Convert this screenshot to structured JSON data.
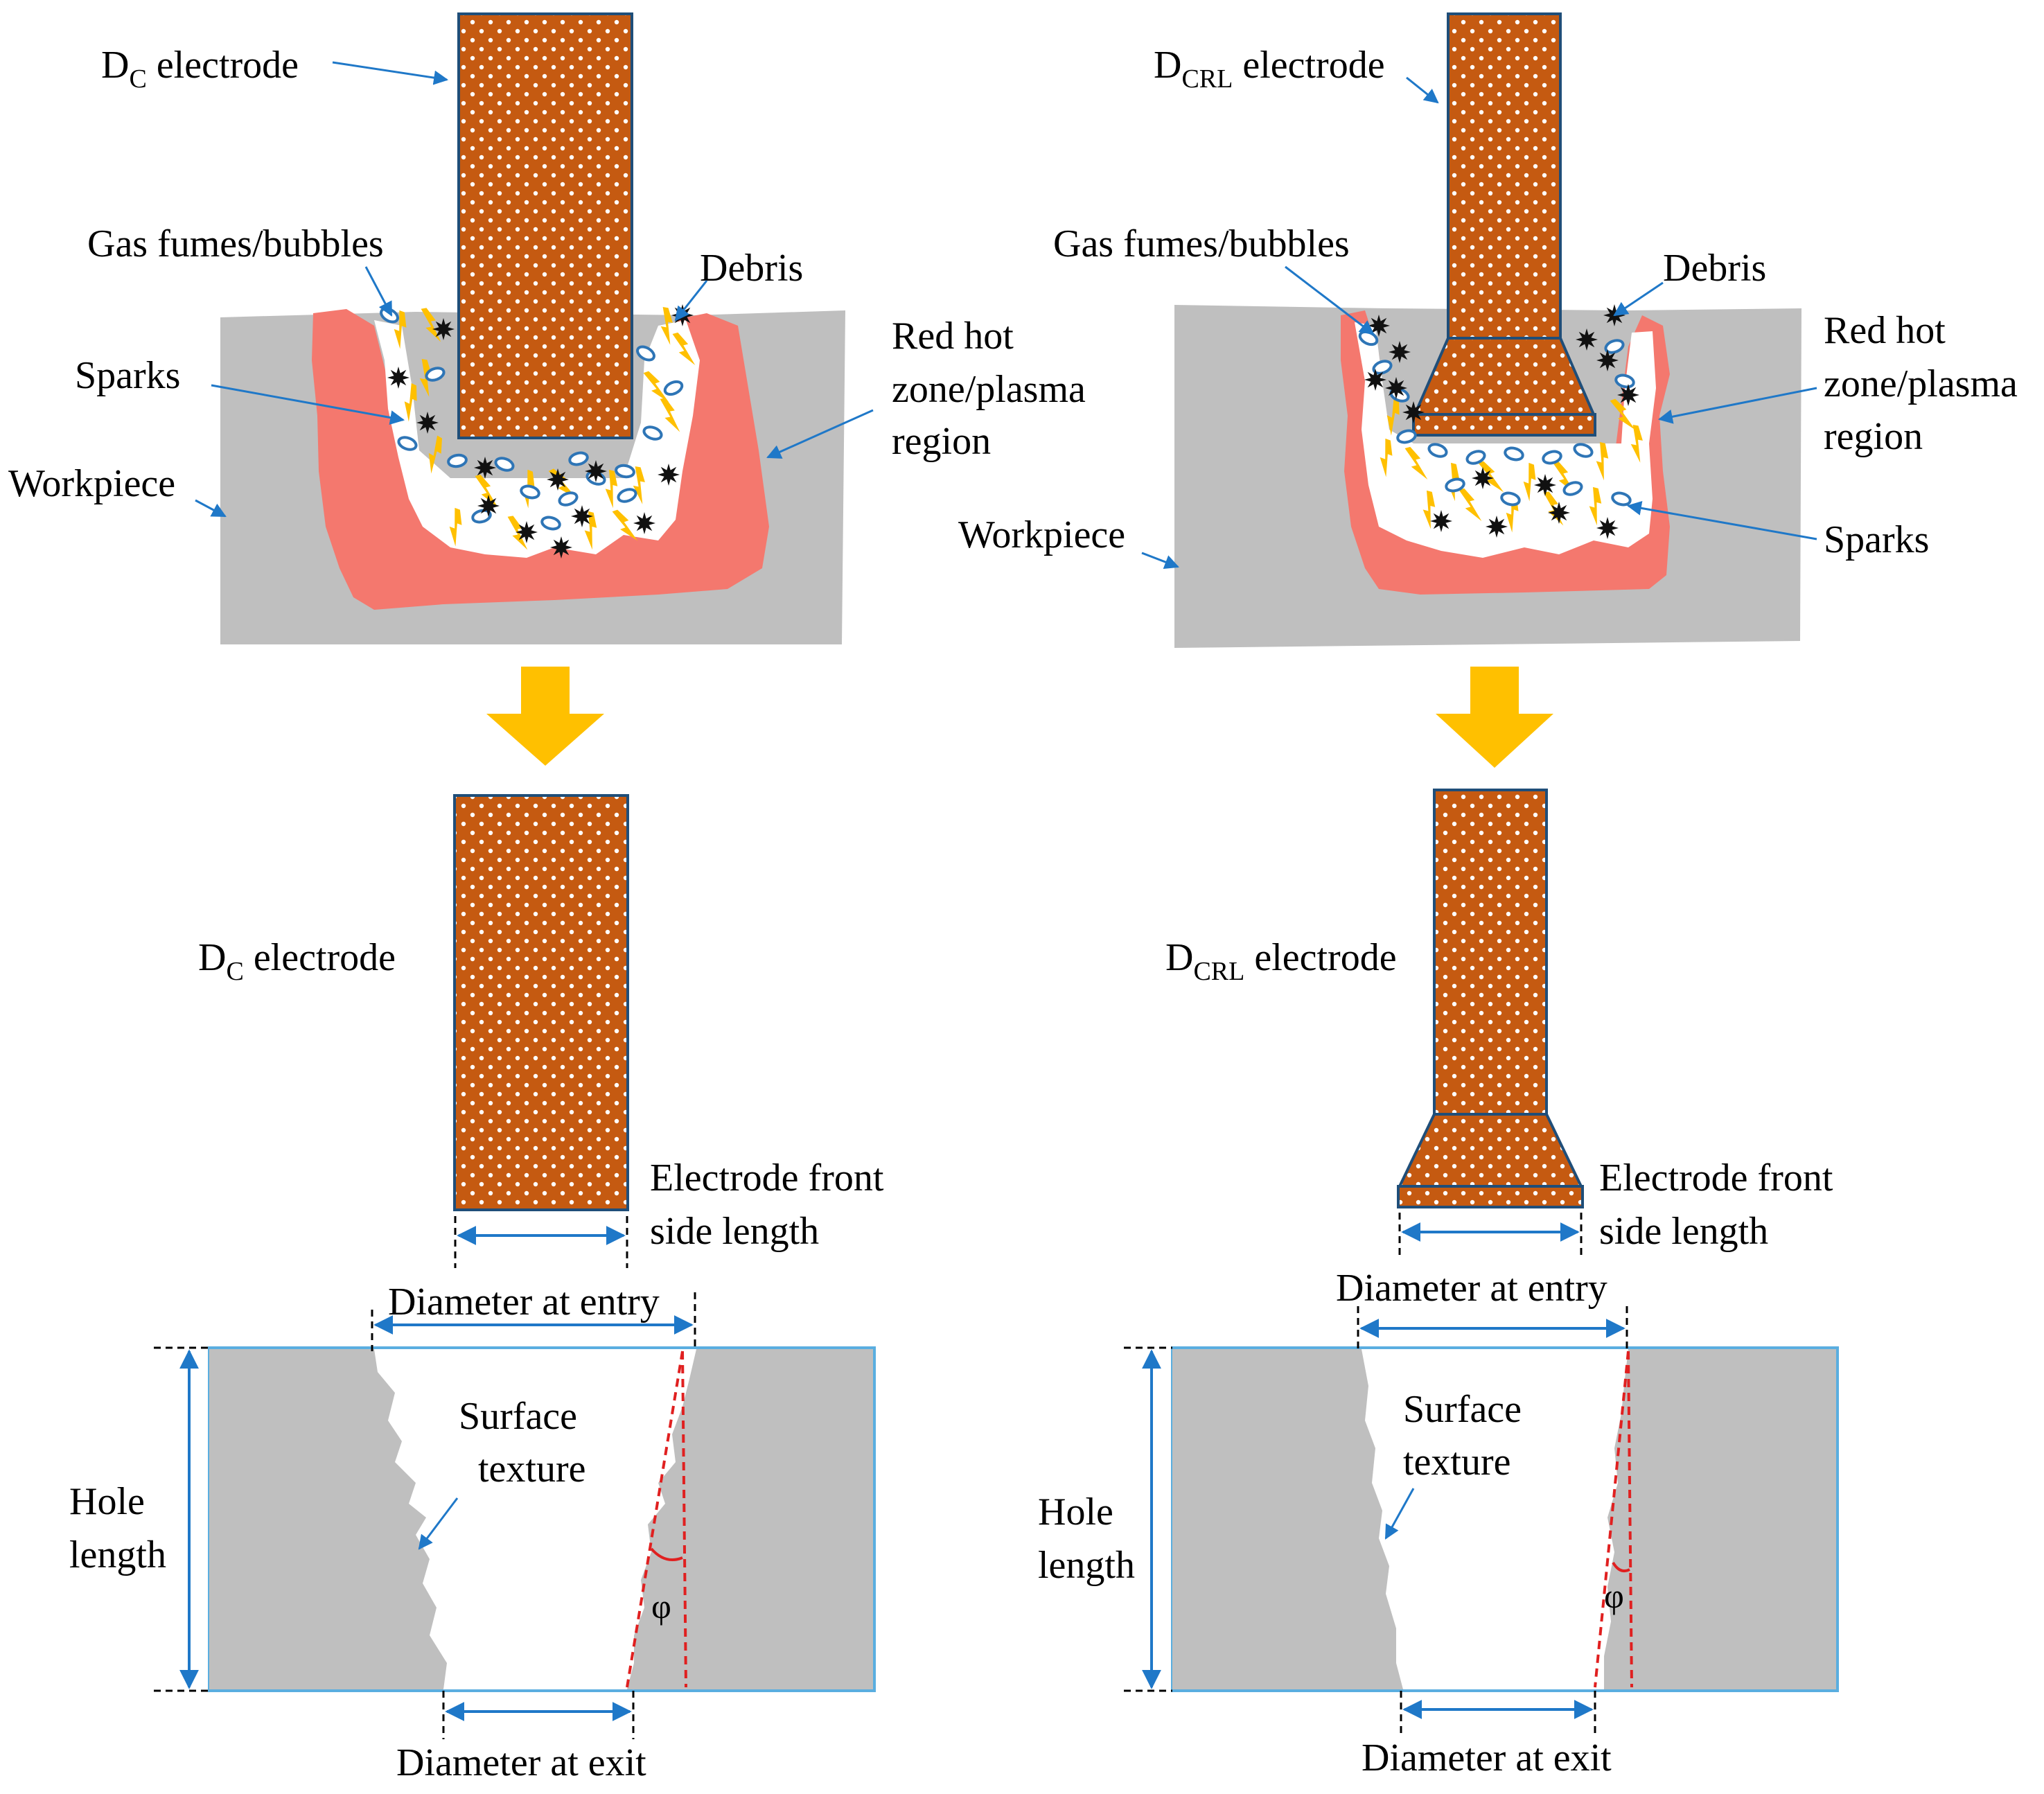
{
  "colors": {
    "electrode": "#c55a11",
    "electrode_outline": "#1f4e79",
    "workpiece": "#bfbfbf",
    "plasma": "#f4786e",
    "spark": "#ffc000",
    "bubble": "#2e75b6",
    "debris": "#111111",
    "arrow": "#1f78c8",
    "flow_arrow": "#ffc000",
    "taper_line": "#e02020",
    "hole_outline": "#5aaee0"
  },
  "left_panel": {
    "top": {
      "electrode_label": "D",
      "electrode_sub": "C",
      "electrode_rest": " electrode",
      "gas_label": "Gas fumes/bubbles",
      "debris_label": "Debris",
      "sparks_label": "Sparks",
      "workpiece_label": "Workpiece",
      "redhot_line1": "Red hot",
      "redhot_line2": "zone/plasma",
      "redhot_line3": "region"
    },
    "middle": {
      "electrode_label": "D",
      "electrode_sub": "C",
      "electrode_rest": " electrode",
      "front_line1": "Electrode front",
      "front_line2": "side length"
    },
    "bottom": {
      "entry_label": "Diameter at entry",
      "surface_line1": "Surface",
      "surface_line2": "texture",
      "hole_line1": "Hole",
      "hole_line2": "length",
      "phi_label": "φ",
      "exit_label": "Diameter at exit"
    }
  },
  "right_panel": {
    "top": {
      "electrode_label": "D",
      "electrode_sub": "CRL",
      "electrode_rest": " electrode",
      "gas_label": "Gas fumes/bubbles",
      "debris_label": "Debris",
      "sparks_label": "Sparks",
      "workpiece_label": "Workpiece",
      "redhot_line1": "Red hot",
      "redhot_line2": "zone/plasma",
      "redhot_line3": "region"
    },
    "middle": {
      "electrode_label": "D",
      "electrode_sub": "CRL",
      "electrode_rest": " electrode",
      "front_line1": "Electrode front",
      "front_line2": "side length"
    },
    "bottom": {
      "entry_label": "Diameter at entry",
      "surface_line1": "Surface",
      "surface_line2": "texture",
      "hole_line1": "Hole",
      "hole_line2": "length",
      "phi_label": "φ",
      "exit_label": "Diameter at exit"
    }
  }
}
